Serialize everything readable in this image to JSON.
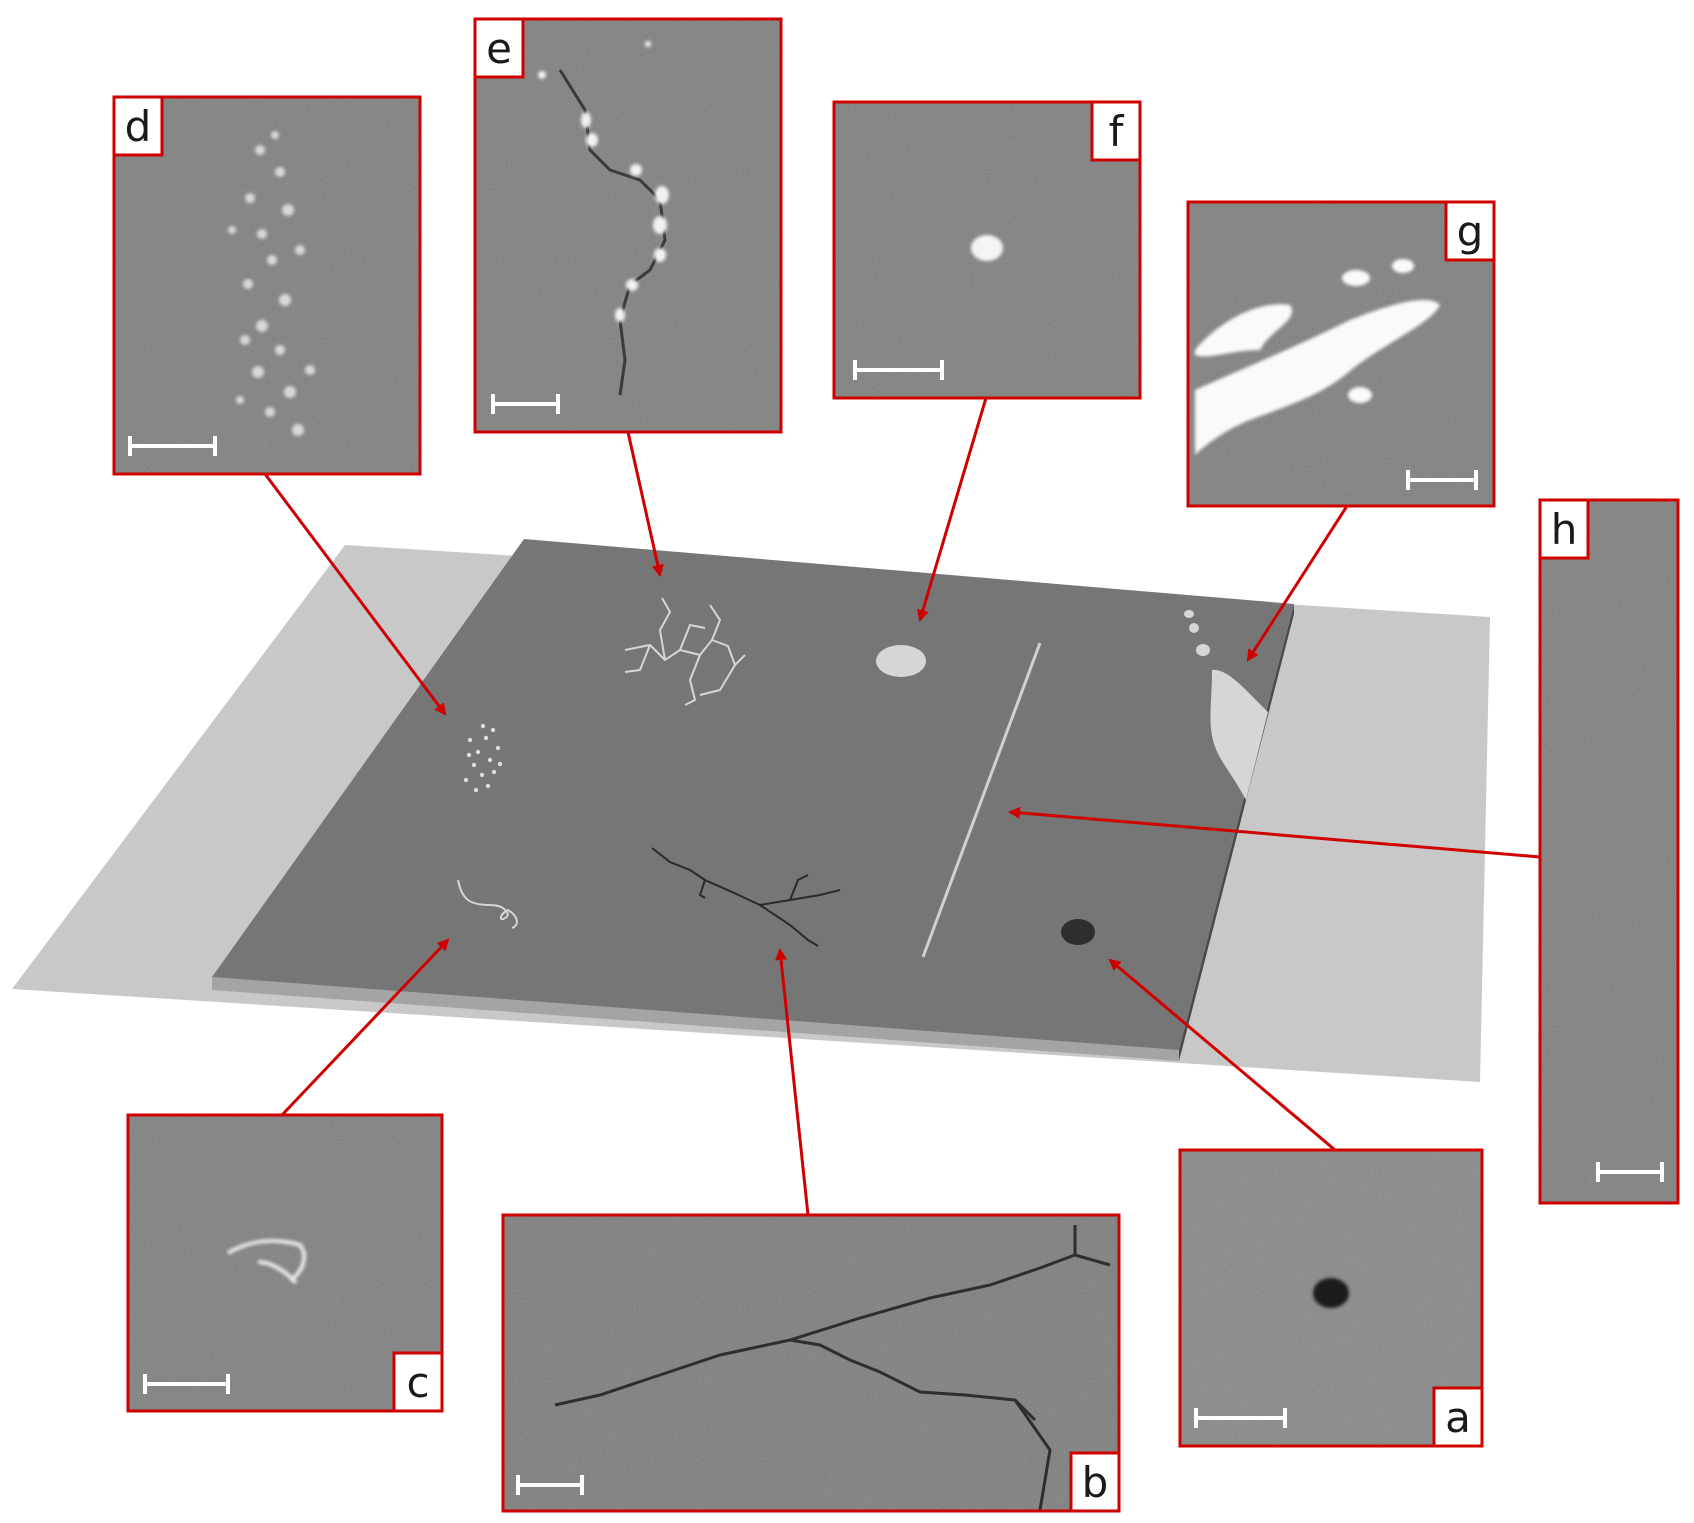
{
  "panels": [
    {
      "id": "a",
      "label": "a",
      "feature": "dark-spot"
    },
    {
      "id": "b",
      "label": "b",
      "feature": "crack"
    },
    {
      "id": "c",
      "label": "c",
      "feature": "curl-defect"
    },
    {
      "id": "d",
      "label": "d",
      "feature": "particle-cluster"
    },
    {
      "id": "e",
      "label": "e",
      "feature": "crack-network"
    },
    {
      "id": "f",
      "label": "f",
      "feature": "bright-blob"
    },
    {
      "id": "g",
      "label": "g",
      "feature": "edge-delamination"
    },
    {
      "id": "h",
      "label": "h",
      "feature": "scratch-line"
    }
  ],
  "colors": {
    "frame": "#d10000",
    "arrow": "#d10000",
    "substrate": "#c8c8c8",
    "film": "#767676",
    "micrograph": "#7c7c7c",
    "scale_bar": "#ffffff"
  }
}
